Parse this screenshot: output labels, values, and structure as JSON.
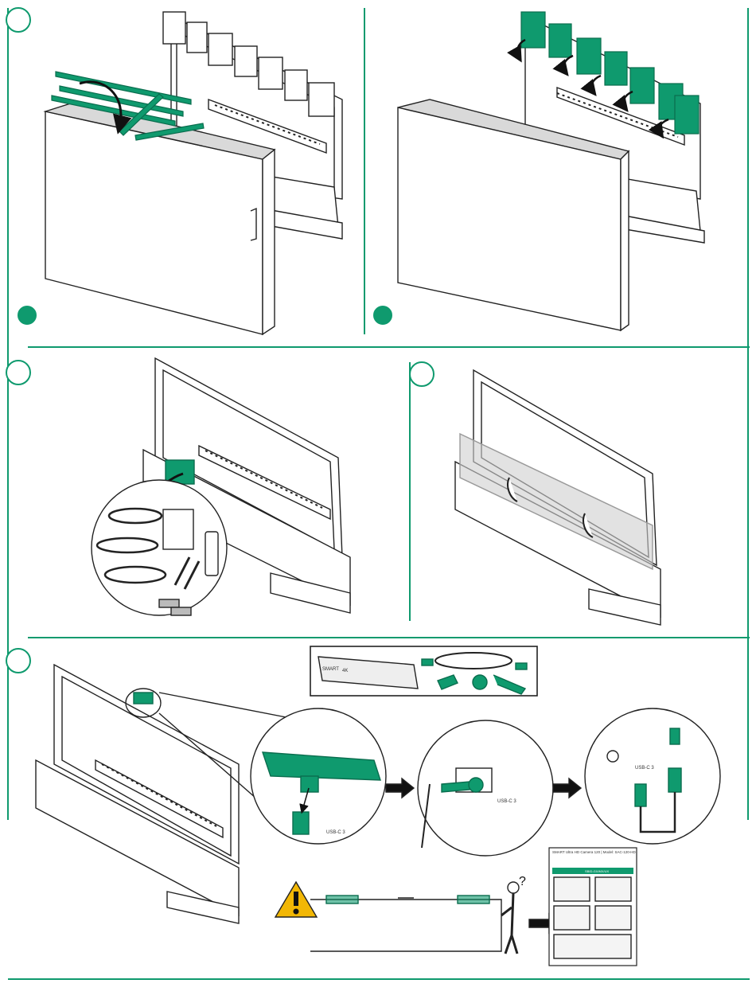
{
  "colors": {
    "accent": "#0f9a6e",
    "accent_dark": "#0a6d4e",
    "line": "#222222",
    "gray_fill": "#d9d9d9",
    "warning": "#f2b705",
    "white": "#ffffff"
  },
  "labels": {
    "usb_c_port_a": "USB-C 3",
    "usb_c_port_b": "USB-C 3",
    "usb_c_port_c": "USB-C 3",
    "camera_brand": "SMART",
    "camera_model_mark": "4K",
    "doc_title": "SMART Ultra HD Camera 120 | Model: SAC-120-HD",
    "doc_subtitle": "SBID-GX/MX/UX",
    "question_mark": "?"
  },
  "icons": {
    "steps": "step-circle",
    "warning": "warning-triangle-icon",
    "arrow": "arrow-right-icon",
    "hand": "hand-icon"
  }
}
